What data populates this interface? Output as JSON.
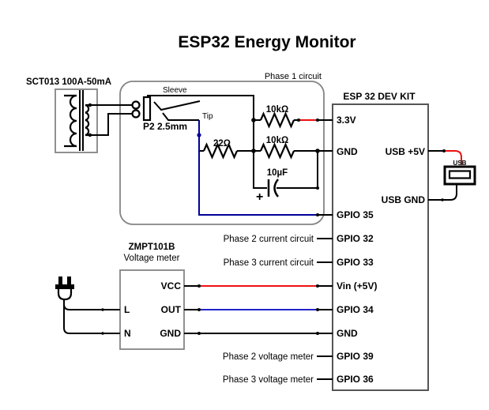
{
  "title": "ESP32 Energy Monitor",
  "colors": {
    "wire_red": "#ee1111",
    "wire_blue": "#2222cc",
    "wire_navy": "#000099",
    "box_gray": "#848484"
  },
  "transformer": {
    "label": "SCT013 100A-50mA"
  },
  "jack": {
    "label": "P2 2.5mm",
    "sleeve": "Sleeve",
    "tip": "Tip"
  },
  "phase1": {
    "label": "Phase 1 circuit",
    "r_burden": "22Ω",
    "r_top": "10kΩ",
    "r_bottom": "10kΩ",
    "cap": "10µF",
    "cap_plus": "+"
  },
  "esp32": {
    "label": "ESP 32 DEV KIT",
    "left_pins": [
      "3.3V",
      "GND",
      "GPIO 35",
      "GPIO 32",
      "GPIO 33",
      "Vin (+5V)",
      "GPIO 34",
      "GND",
      "GPIO 39",
      "GPIO 36"
    ],
    "right_pins": [
      "USB +5V",
      "USB GND"
    ]
  },
  "usb": {
    "label": "USB"
  },
  "zmpt": {
    "title": "ZMPT101B",
    "subtitle": "Voltage meter",
    "pin_vcc": "VCC",
    "pin_out": "OUT",
    "pin_gnd": "GND",
    "pin_l": "L",
    "pin_n": "N"
  },
  "annotations": [
    "Phase 2 current circuit",
    "Phase 3 current circuit",
    "Phase 2 voltage meter",
    "Phase 3 voltage meter"
  ]
}
